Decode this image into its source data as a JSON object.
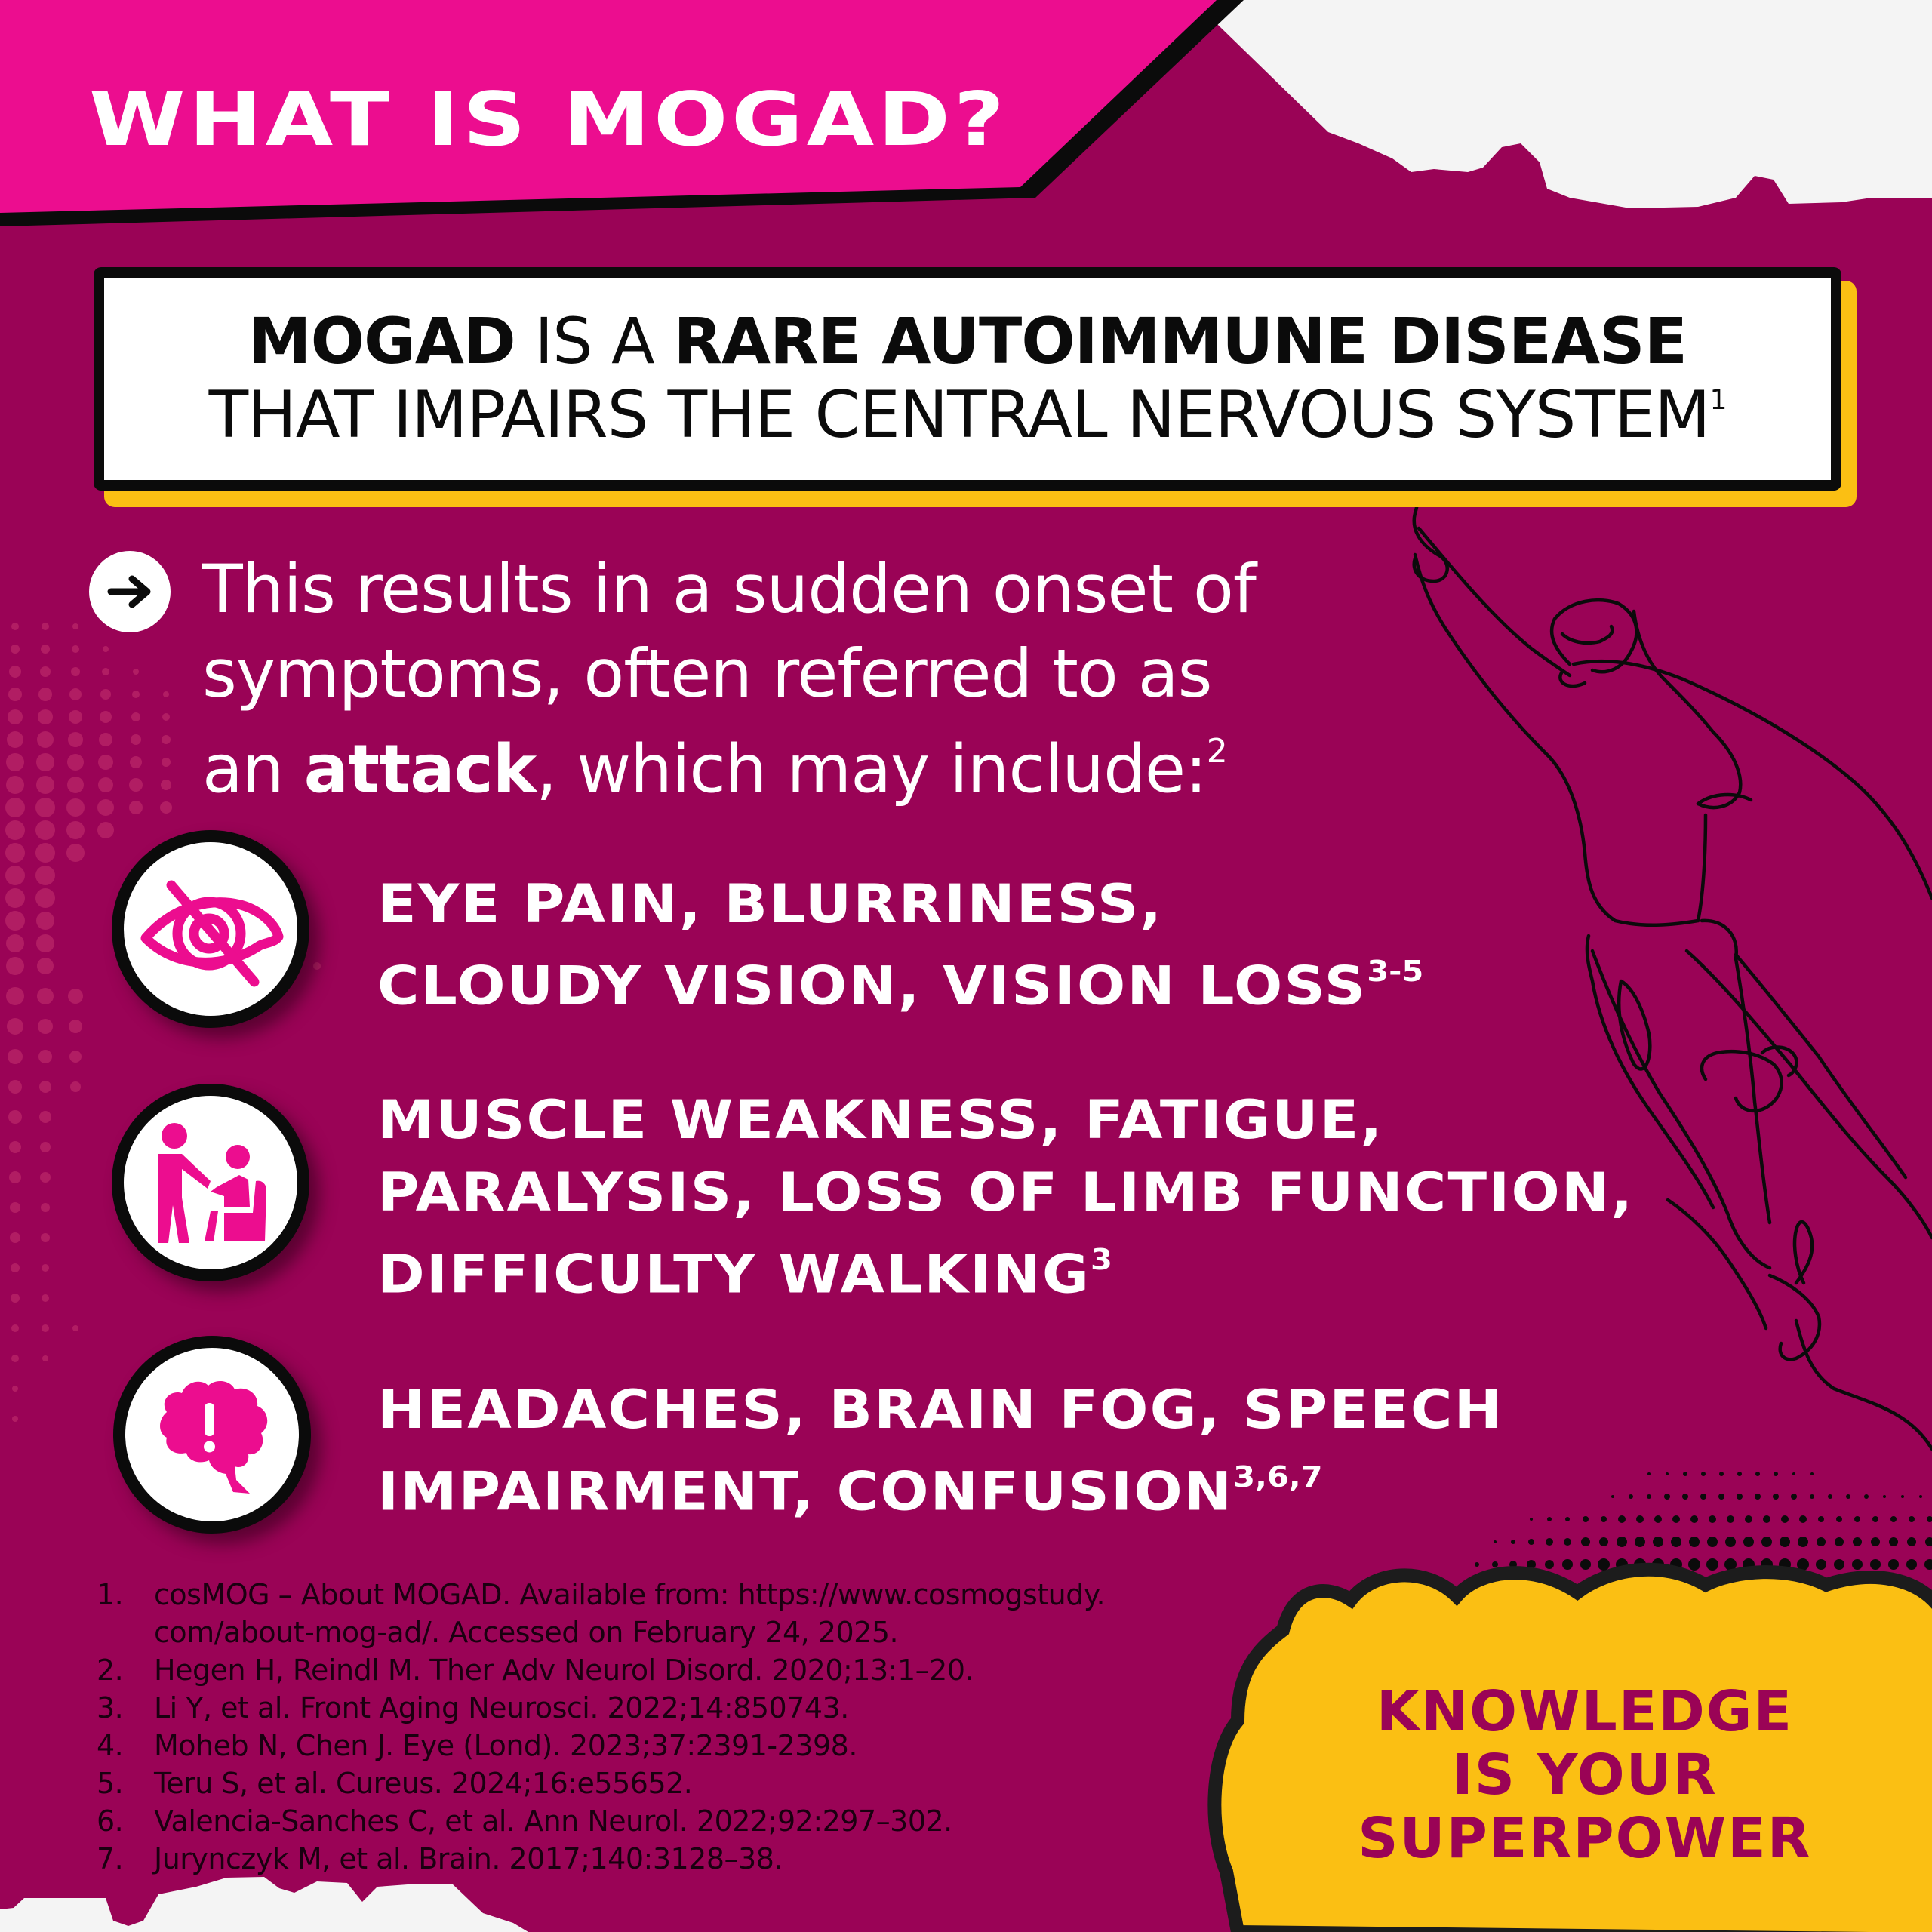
{
  "header": {
    "title": "WHAT IS MOGAD?"
  },
  "banner": {
    "line1_bold_a": "MOGAD",
    "line1_normal": " IS A ",
    "line1_bold_b": "RARE AUTOIMMUNE DISEASE",
    "line2": "THAT IMPAIRS THE CENTRAL NERVOUS SYSTEM",
    "line2_ref": "1"
  },
  "intro": {
    "bullet_icon": "arrow-right-icon",
    "line1": "This results in a sudden onset of",
    "line2": "symptoms, often referred to as",
    "line3_pre": "an ",
    "line3_bold": "attack",
    "line3_post": ", which may include:",
    "ref": "2"
  },
  "symptoms": [
    {
      "icon": "eye-slash-icon",
      "lines": [
        "EYE PAIN, BLURRINESS,",
        "CLOUDY VISION, VISION LOSS"
      ],
      "ref": "3-5"
    },
    {
      "icon": "assisted-person-icon",
      "lines": [
        "MUSCLE WEAKNESS, FATIGUE,",
        "PARALYSIS, LOSS OF LIMB FUNCTION,",
        "DIFFICULTY WALKING"
      ],
      "ref": "3"
    },
    {
      "icon": "brain-alert-icon",
      "lines": [
        "HEADACHES, BRAIN FOG, SPEECH",
        "IMPAIRMENT, CONFUSION"
      ],
      "ref": "3,6,7"
    }
  ],
  "references": [
    {
      "num": "1.",
      "text": "cosMOG – About MOGAD. Available from: https://www.cosmogstudy.",
      "text2": "com/about-mog-ad/. Accessed on February 24, 2025."
    },
    {
      "num": "2.",
      "text": "Hegen H, Reindl M. Ther Adv Neurol Disord. 2020;13:1–20."
    },
    {
      "num": "3.",
      "text": "Li Y, et al. Front Aging Neurosci. 2022;14:850743."
    },
    {
      "num": "4.",
      "text": "Moheb N, Chen J. Eye (Lond). 2023;37:2391-2398."
    },
    {
      "num": "5.",
      "text": "Teru S, et al. Cureus. 2024;16:e55652."
    },
    {
      "num": "6.",
      "text": "Valencia-Sanches C, et al. Ann Neurol. 2022;92:297–302."
    },
    {
      "num": "7.",
      "text": "Jurynczyk M, et al. Brain. 2017;140:3128–38."
    }
  ],
  "tagline": {
    "line1": "KNOWLEDGE",
    "line2": "IS YOUR",
    "line3": "SUPERPOWER"
  },
  "colors": {
    "background": "#9a0356",
    "header_pink": "#ec0d8f",
    "accent_yellow": "#fbbf13",
    "outline_black": "#0b0b0b",
    "paper_white": "#f4f4f4"
  },
  "illustration": "superhero-line-drawing"
}
